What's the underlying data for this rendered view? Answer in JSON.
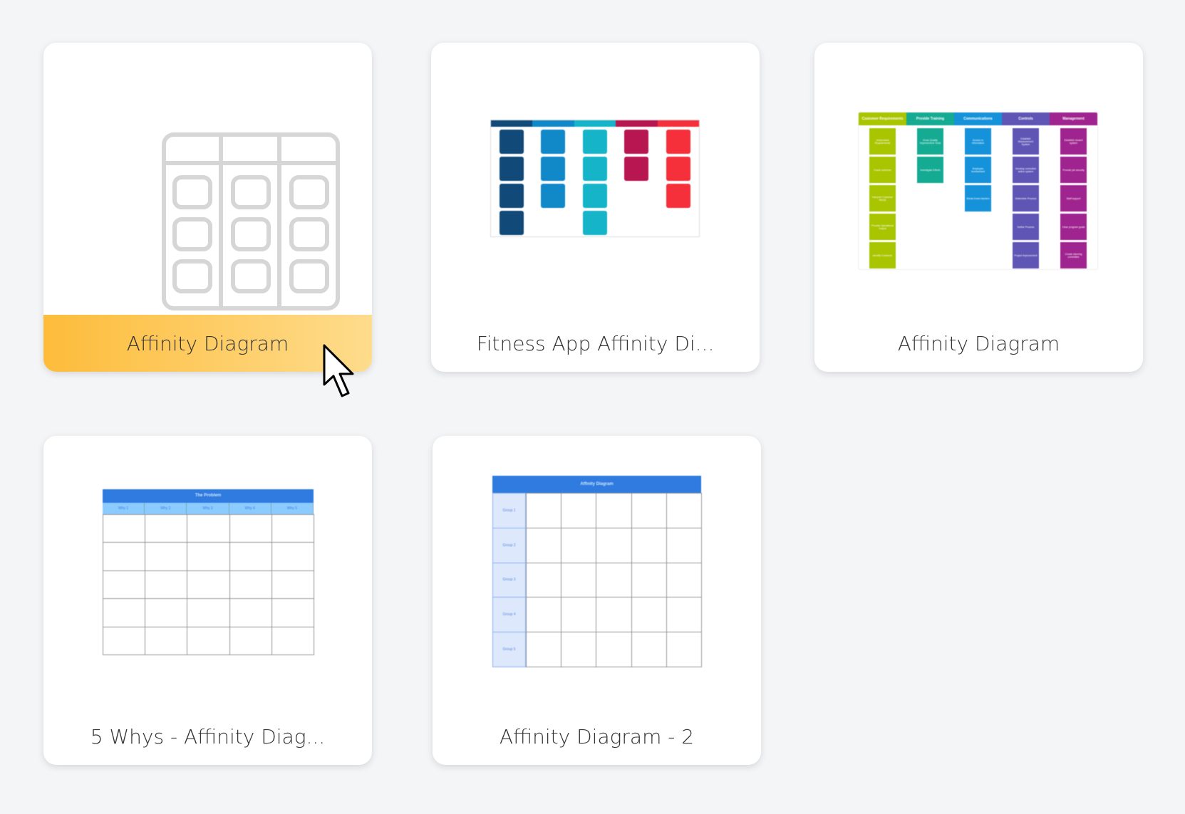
{
  "cards": [
    {
      "label": "Affinity Diagram",
      "thumbnail": "blank-template-icon",
      "state": "hovered"
    },
    {
      "label": "Fitness App Affinity Di...",
      "thumbnail": {
        "column_colors": [
          "#114a78",
          "#1188c8",
          "#16b4c8",
          "#b81650",
          "#f5303a"
        ],
        "notes_per_column": [
          4,
          3,
          4,
          2,
          3
        ]
      }
    },
    {
      "label": "Affinity Diagram",
      "thumbnail": {
        "columns": [
          {
            "title": "Customer Requirements",
            "color": "#a8c500",
            "notes": [
              "Understand Requirements",
              "Crault customer",
              "Interpret Customer Needs",
              "Provide Operational Output",
              "Identify Customer"
            ]
          },
          {
            "title": "Provide Training",
            "color": "#15ab93",
            "notes": [
              "Know Quality Improvement Tools",
              "Investigate Efforts"
            ]
          },
          {
            "title": "Communications",
            "color": "#1592da",
            "notes": [
              "Access to Information",
              "Employee Involvement",
              "Break Down barriers"
            ]
          },
          {
            "title": "Controls",
            "color": "#5e55b5",
            "notes": [
              "Establish Measurement System",
              "Develop corrective action system",
              "Determine Process",
              "Define Process",
              "Project Improvement"
            ]
          },
          {
            "title": "Management",
            "color": "#a0248f",
            "notes": [
              "Establish reward system",
              "Provide job security",
              "Staff support",
              "Clear program goals",
              "Create steering committee"
            ]
          }
        ]
      }
    },
    {
      "label": "5 Whys - Affinity Diag...",
      "thumbnail": {
        "title": "The Problem",
        "headers": [
          "Why 1",
          "Why 2",
          "Why 3",
          "Why 4",
          "Why 5"
        ],
        "header_color": "#2f7be0",
        "subheader_color": "#8ccbff"
      }
    },
    {
      "label": "Affinity Diagram - 2",
      "thumbnail": {
        "title": "Affinity Diagram",
        "rows": [
          "Group 1",
          "Group 2",
          "Group 3",
          "Group 4",
          "Group 5"
        ],
        "header_color": "#2f7be0",
        "row_label_color": "#dde8fc"
      }
    }
  ]
}
